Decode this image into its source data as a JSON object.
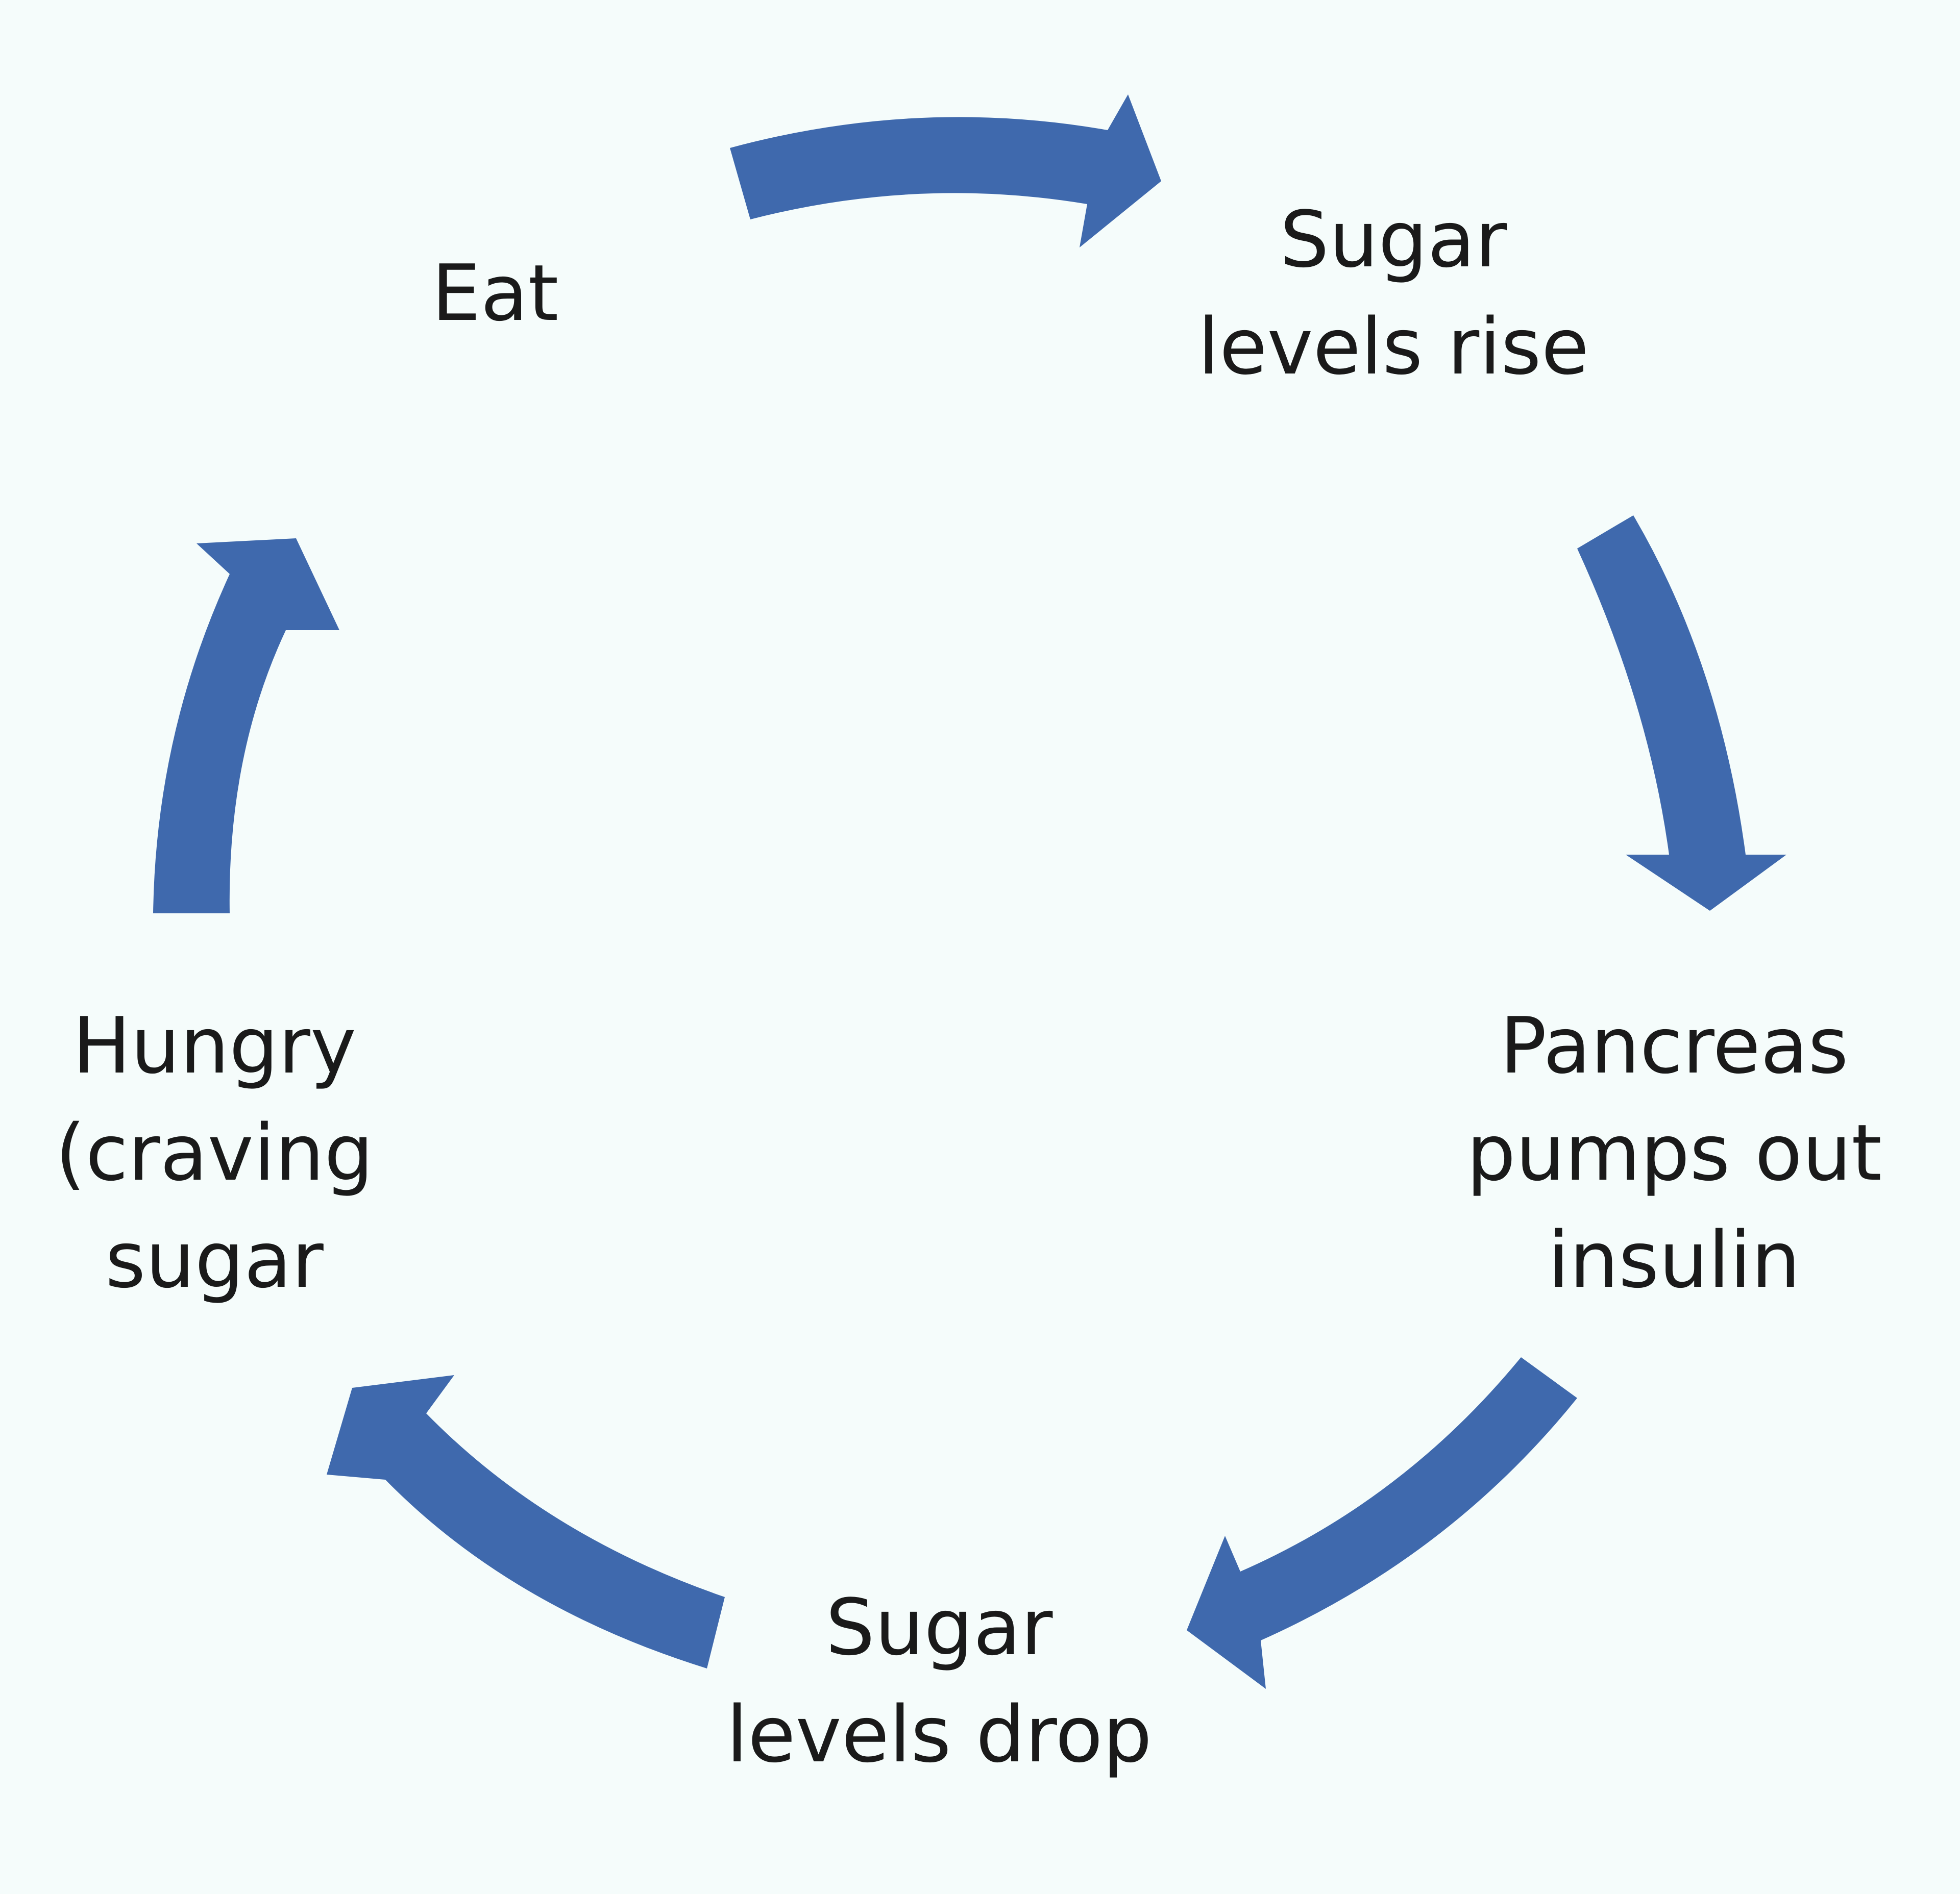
{
  "colors": {
    "background": "#f5fcfb",
    "arrow": "#3f69ad",
    "text": "#1a1a1a"
  },
  "nodes": {
    "eat": {
      "lines": [
        "Eat"
      ]
    },
    "rise": {
      "lines": [
        "Sugar",
        "levels rise"
      ]
    },
    "insulin": {
      "lines": [
        "Pancreas",
        "pumps out",
        "insulin"
      ]
    },
    "drop": {
      "lines": [
        "Sugar",
        "levels drop"
      ]
    },
    "hungry": {
      "lines": [
        "Hungry",
        "(craving",
        "sugar"
      ]
    }
  }
}
